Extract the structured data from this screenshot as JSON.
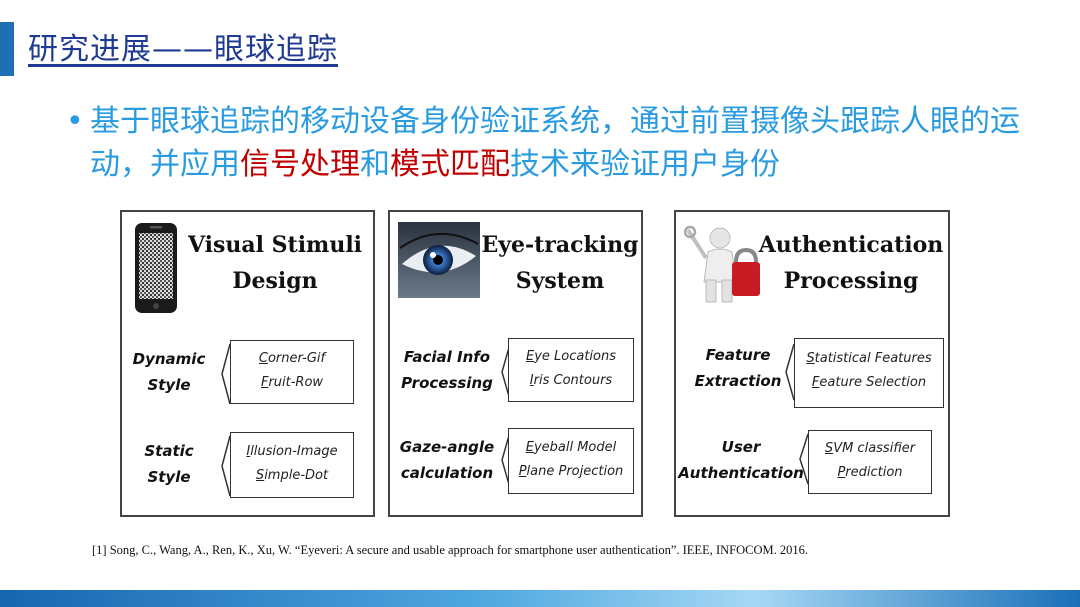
{
  "slide": {
    "title": "研究进展——眼球追踪",
    "bullet_parts": [
      "基于眼球追踪的移动设备身份验证系统，通过前置摄像头跟踪人眼的运动，并应用",
      "信号处理",
      "和",
      "模式匹配",
      "技术来验证用户身份"
    ],
    "bullet_symbol": "•",
    "colors": {
      "title": "#1f3a93",
      "bullet": "#2b9be0",
      "highlight": "#c00000",
      "accent_bar": "#1f6fb5"
    }
  },
  "diagram": {
    "panels": [
      {
        "title_line1": "Visual Stimuli",
        "title_line2": "Design",
        "icon": "smartphone-icon",
        "groups": [
          {
            "label_line1": "Dynamic",
            "label_line2": "Style",
            "items": [
              "Corner-Gif",
              "Fruit-Row"
            ]
          },
          {
            "label_line1": "Static",
            "label_line2": "Style",
            "items": [
              "Illusion-Image",
              "Simple-Dot"
            ]
          }
        ]
      },
      {
        "title_line1": "Eye-tracking",
        "title_line2": "System",
        "icon": "eye-icon",
        "groups": [
          {
            "label_line1": "Facial Info",
            "label_line2": "Processing",
            "items": [
              "Eye Locations",
              "Iris Contours"
            ]
          },
          {
            "label_line1": "Gaze-angle",
            "label_line2": "calculation",
            "items": [
              "Eyeball Model",
              "Plane Projection"
            ]
          }
        ]
      },
      {
        "title_line1": "Authentication",
        "title_line2": "Processing",
        "icon": "key-lock-figure-icon",
        "groups": [
          {
            "label_line1": "Feature",
            "label_line2": "Extraction",
            "items": [
              "Statistical Features",
              "Feature Selection"
            ]
          },
          {
            "label_line1": "User",
            "label_line2": "Authentication",
            "items": [
              "SVM classifier",
              "Prediction"
            ]
          }
        ]
      }
    ]
  },
  "reference": {
    "text": "[1] Song, C., Wang, A., Ren, K., Xu, W. “Eyeveri: A secure and usable approach for smartphone user authentication”. IEEE, INFOCOM. 2016."
  }
}
